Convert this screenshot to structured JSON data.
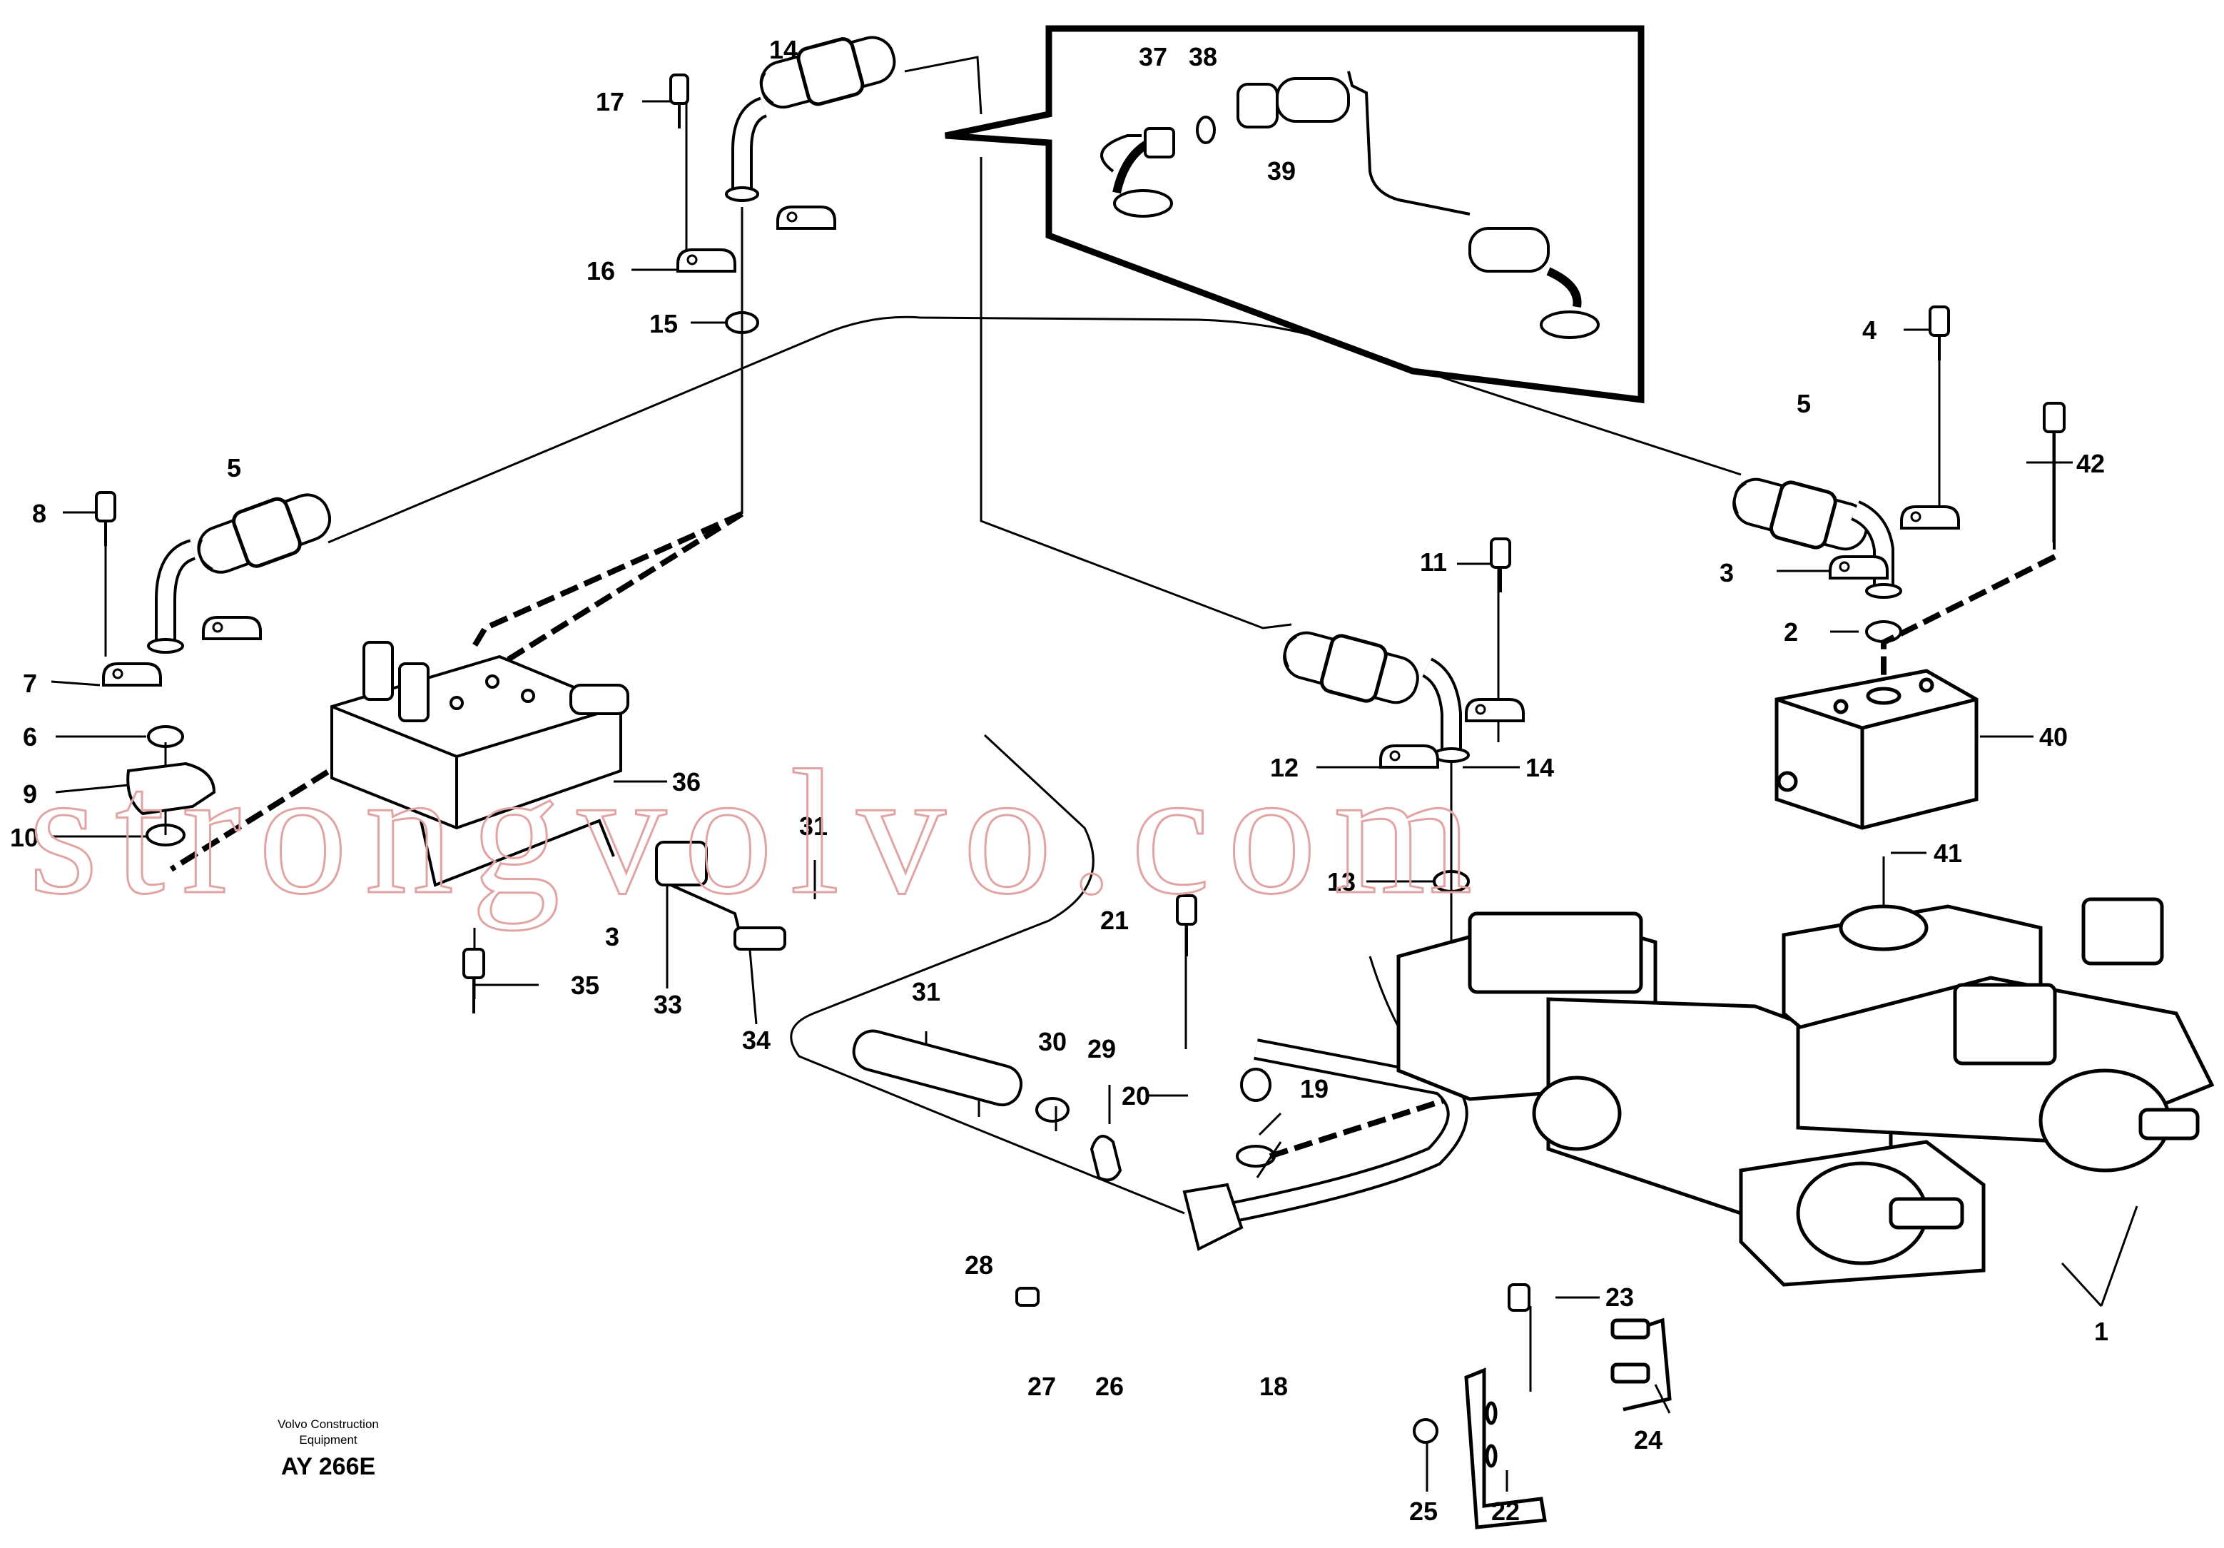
{
  "callouts": [
    "14",
    "17",
    "16",
    "15",
    "37",
    "38",
    "39",
    "4",
    "5",
    "42",
    "8",
    "3",
    "2",
    "7",
    "6",
    "9",
    "10",
    "36",
    "11",
    "12",
    "13",
    "40",
    "41",
    "31",
    "21",
    "35",
    "33",
    "34",
    "30",
    "29",
    "20",
    "19",
    "28",
    "27",
    "26",
    "18",
    "23",
    "24",
    "25",
    "22",
    "1"
  ],
  "credit_line_1": "Volvo Construction",
  "credit_line_2": "Equipment",
  "drawing_code": "AY 266E",
  "watermark_text": "strongvolvo.com",
  "colors": {
    "ink": "#000000",
    "watermark": "#e2a3a3",
    "paper": "#ffffff"
  }
}
